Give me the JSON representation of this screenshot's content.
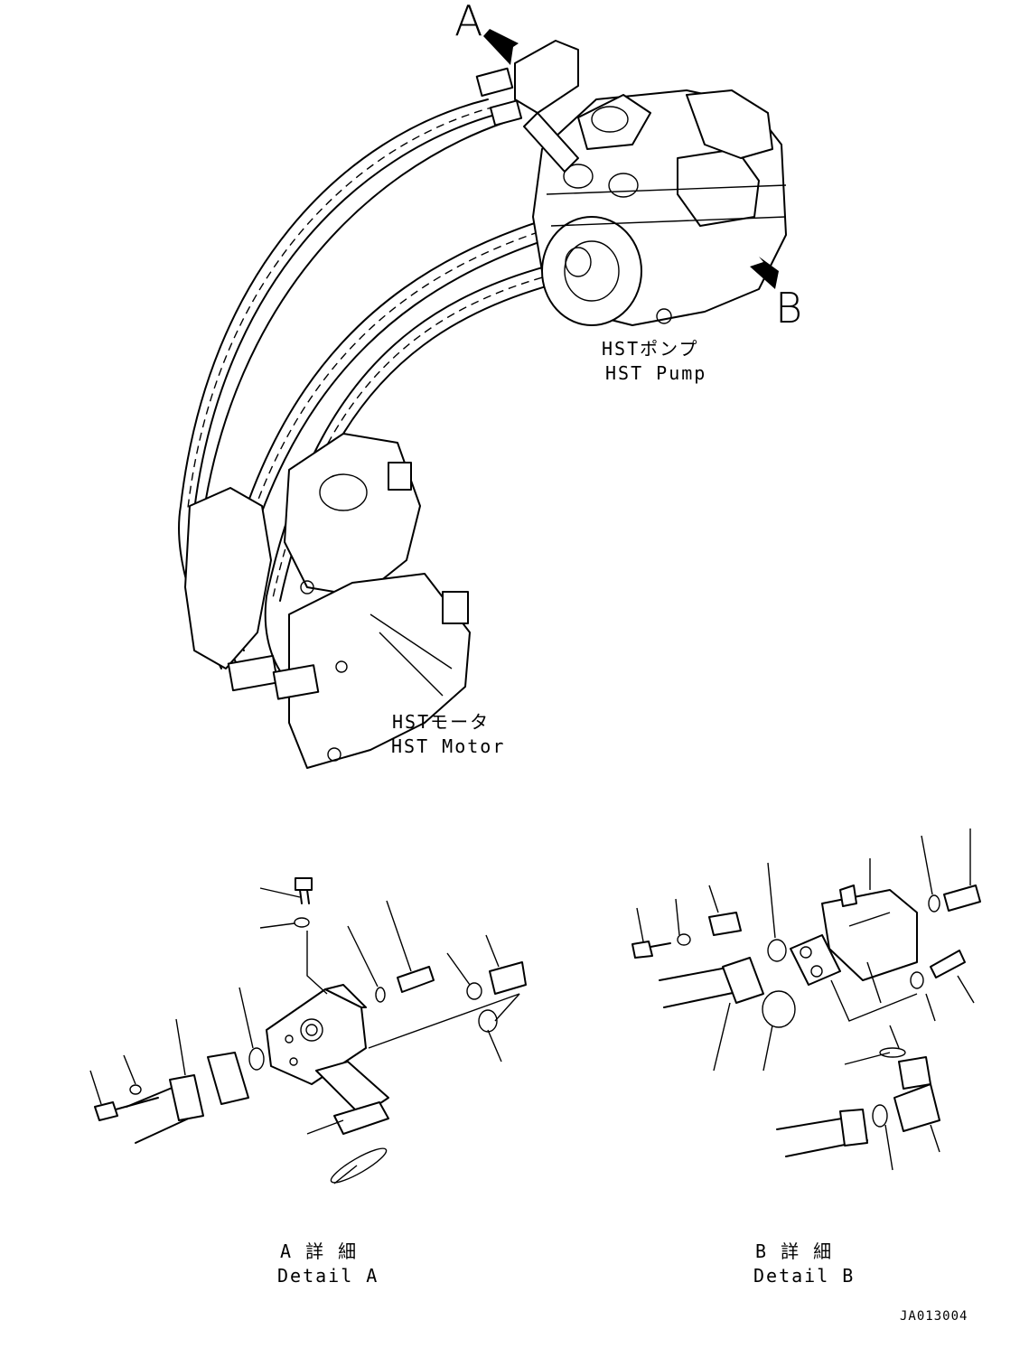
{
  "callouts": {
    "a": "A",
    "b": "B"
  },
  "labels": {
    "pump_jp": "HSTポンプ",
    "pump_en": "HST Pump",
    "motor_jp": "HSTモータ",
    "motor_en": "HST Motor",
    "detail_a_jp": "A 詳 細",
    "detail_a_en": "Detail A",
    "detail_b_jp": "B 詳 細",
    "detail_b_en": "Detail B"
  },
  "drawing_number": "JA013004"
}
